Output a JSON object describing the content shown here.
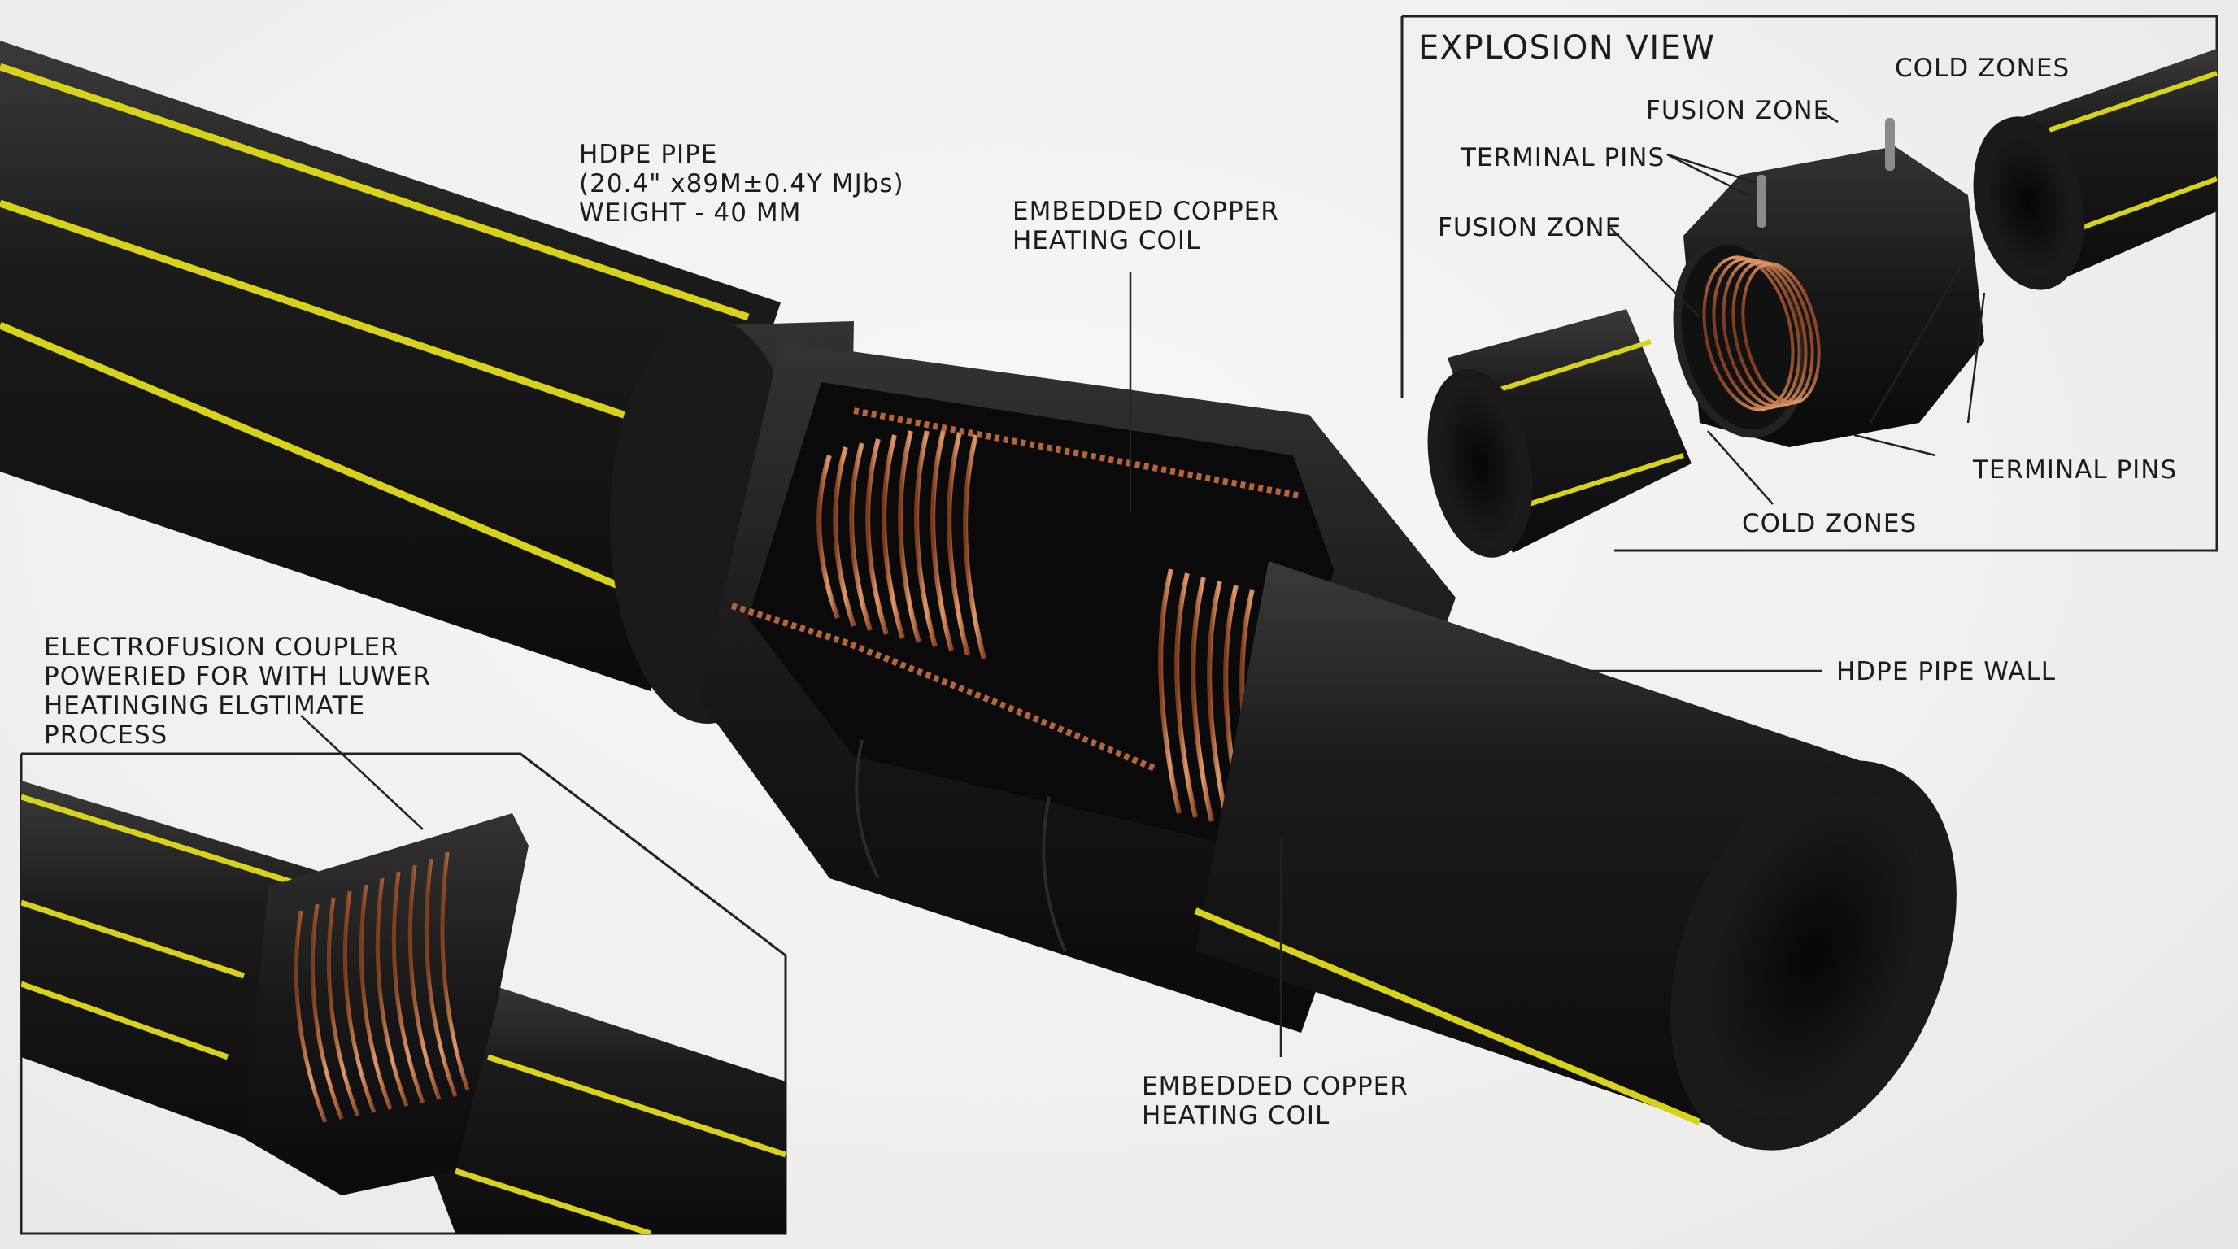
{
  "colors": {
    "pipe": "#141414",
    "pipe_highlight": "#3a3a3a",
    "stripe": "#d8d21a",
    "copper": "#b5653a",
    "copper_light": "#e09a6a",
    "leader": "#222222",
    "background": "#efefee"
  },
  "labels": {
    "hdpe_pipe": {
      "line1": "HDPE PIPE",
      "line2": "(20.4\" x89M±0.4Y MJbs)",
      "line3": "WEIGHT - 40 MM"
    },
    "coil_top": {
      "line1": "EMBEDDED COPPER",
      "line2": "HEATING COIL"
    },
    "coil_bottom": {
      "line1": "EMBEDDED COPPER",
      "line2": "HEATING COIL"
    },
    "pipe_wall": "HDPE PIPE WALL",
    "coupler_note": {
      "line1": "ELECTROFUSION COUPLER",
      "line2": "POWERIED FOR WITH  LUWER",
      "line3": "HEATINGING ELGTIMATE",
      "line4": "PROCESS"
    }
  },
  "explosion_view": {
    "title": "EXPLOSION VIEW",
    "cold_zones_top": "COLD ZONES",
    "fusion_zone_top": "FUSION ZONE",
    "terminal_pins_top": "TERMINAL PINS",
    "fusion_zone_left": "FUSION ZONE",
    "terminal_pins_bottom": "TERMINAL PINS",
    "cold_zones_bottom": "COLD ZONES"
  }
}
